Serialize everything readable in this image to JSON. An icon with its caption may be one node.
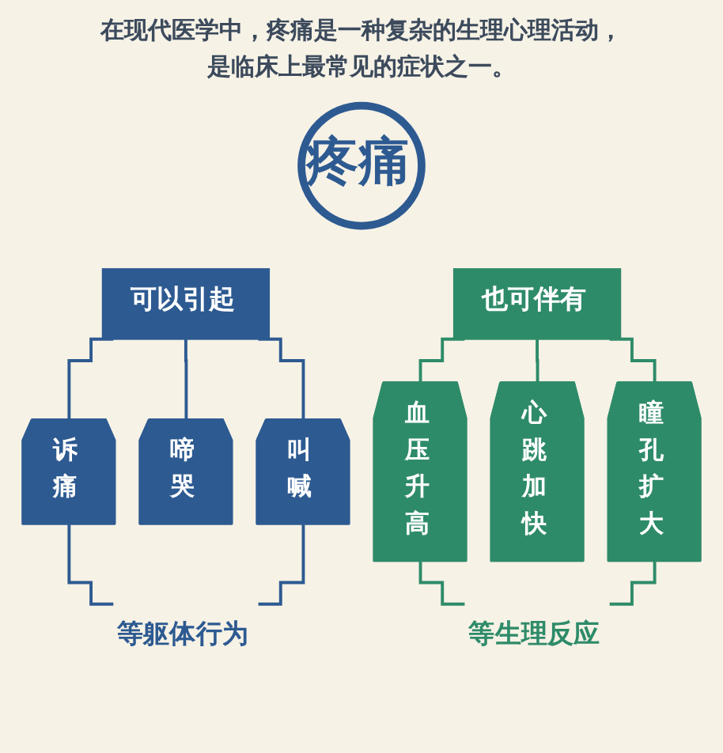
{
  "diagram": {
    "title": "在现代医学中，疼痛是一种复杂的生理心理活动，是临床上最常见的症状之一。",
    "nodes": [
      {
        "text": [
          "疼痛"
        ]
      },
      {
        "text": [
          "可以引起"
        ]
      },
      {
        "text": [
          "也可伴有"
        ]
      },
      {
        "text": [
          "诉痛"
        ]
      },
      {
        "text": [
          "啼哭"
        ]
      },
      {
        "text": [
          "叫喊"
        ]
      },
      {
        "text": [
          "血压升高"
        ]
      },
      {
        "text": [
          "心跳加快"
        ]
      },
      {
        "text": [
          "瞳孔扩大"
        ]
      },
      {
        "text": [
          "等躯体行为"
        ]
      },
      {
        "text": [
          "等生理反应"
        ]
      }
    ],
    "edges": [
      {
        "from": 1,
        "to": 3,
        "arrow": "none",
        "color": "#2d5a91"
      },
      {
        "from": 1,
        "to": 4,
        "arrow": "none",
        "color": "#2d5a91"
      },
      {
        "from": 1,
        "to": 5,
        "arrow": "none",
        "color": "#2d5a91"
      },
      {
        "from": 2,
        "to": 6,
        "arrow": "none",
        "color": "#2e8b69"
      },
      {
        "from": 2,
        "to": 7,
        "arrow": "none",
        "color": "#2e8b69"
      },
      {
        "from": 2,
        "to": 8,
        "arrow": "none",
        "color": "#2e8b69"
      },
      {
        "from": 3,
        "to": 9,
        "arrow": "none",
        "color": "#2d5a91"
      },
      {
        "from": 5,
        "to": 9,
        "arrow": "none",
        "color": "#2d5a91"
      },
      {
        "from": 6,
        "to": 10,
        "arrow": "none",
        "color": "#2e8b69"
      },
      {
        "from": 8,
        "to": 10,
        "arrow": "none",
        "color": "#2e8b69"
      }
    ]
  }
}
